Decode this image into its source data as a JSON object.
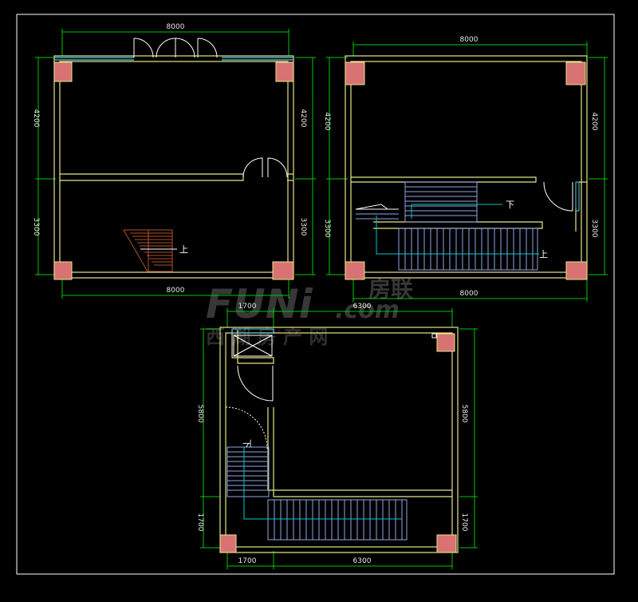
{
  "colors": {
    "background": "#000000",
    "frame": "#ffffff",
    "wall": "#e6e68a",
    "dimension": "#00c800",
    "column": "#d97272",
    "door": "#ffffff",
    "window": "#5fd2e6",
    "stair": "#8fa6e6",
    "stair_arrow": "#00c8c8",
    "stair_wood": "#b4502a"
  },
  "watermark": {
    "latin": "FUNi",
    "cn": "房联",
    "dot": ".com",
    "subtitle": "西 湖 房 产 网"
  },
  "plan_top_left": {
    "dim_top": "8000",
    "dim_bottom": "8000",
    "dim_left_upper": "4200",
    "dim_left_lower": "3300",
    "dim_right_upper": "4200",
    "dim_right_lower": "3300",
    "stair_label": "上"
  },
  "plan_top_right": {
    "dim_top": "8000",
    "dim_bottom": "8000",
    "dim_left_upper": "4200",
    "dim_left_lower": "3300",
    "dim_right_upper": "4200",
    "dim_right_lower": "3300",
    "stair_label_down": "下",
    "stair_label_up": "上"
  },
  "plan_bottom": {
    "dim_top_left": "1700",
    "dim_top_right": "6300",
    "dim_bottom_left": "1700",
    "dim_bottom_right": "6300",
    "dim_left_upper": "5800",
    "dim_left_lower": "1700",
    "dim_right_upper": "5800",
    "dim_right_lower": "1700",
    "stair_label": "下"
  }
}
